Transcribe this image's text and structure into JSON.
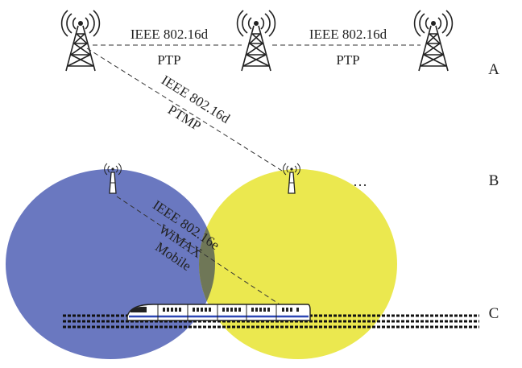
{
  "links": {
    "ptp_left": {
      "protocol": "IEEE 802.16d",
      "mode": "PTP"
    },
    "ptp_right": {
      "protocol": "IEEE 802.16d",
      "mode": "PTP"
    },
    "ptmp": {
      "protocol": "IEEE 802.16d",
      "mode": "PTMP"
    },
    "mobile": {
      "protocol": "IEEE 802.16e",
      "line2": "WiMAX",
      "line3": "Mobile"
    }
  },
  "levels": [
    "A",
    "B",
    "C"
  ],
  "ellipsis": "…",
  "colors": {
    "cell_left": "#6a78c0",
    "cell_right": "#ebe84f",
    "overlap": "#6f7757",
    "train_stripe": "#2c46b4"
  }
}
